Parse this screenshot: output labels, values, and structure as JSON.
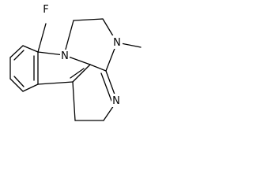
{
  "structure": {
    "atom_labels": {
      "fluorine": "F",
      "ring_nitrogen": "N",
      "methyl_nitrogen": "N",
      "imine_nitrogen": "N"
    }
  }
}
